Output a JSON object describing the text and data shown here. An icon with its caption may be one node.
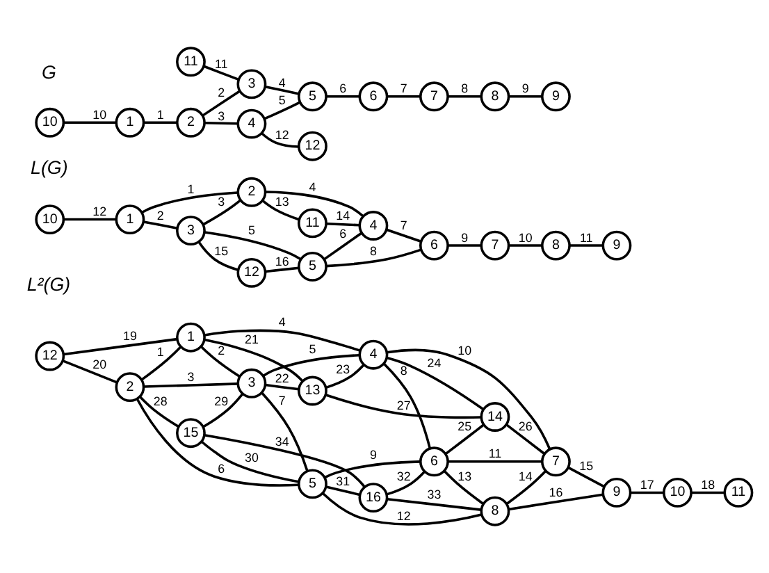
{
  "diagram": {
    "nodes": [
      {
        "text": [
          "1"
        ]
      },
      {
        "text": [
          "2"
        ]
      },
      {
        "text": [
          "3"
        ]
      },
      {
        "text": [
          "4"
        ]
      },
      {
        "text": [
          "5"
        ]
      },
      {
        "text": [
          "6"
        ]
      },
      {
        "text": [
          "7"
        ]
      },
      {
        "text": [
          "8"
        ]
      },
      {
        "text": [
          "9"
        ]
      },
      {
        "text": [
          "10"
        ]
      },
      {
        "text": [
          "11"
        ]
      },
      {
        "text": [
          "12"
        ]
      },
      {
        "text": [
          "1"
        ]
      },
      {
        "text": [
          "2"
        ]
      },
      {
        "text": [
          "3"
        ]
      },
      {
        "text": [
          "4"
        ]
      },
      {
        "text": [
          "5"
        ]
      },
      {
        "text": [
          "6"
        ]
      },
      {
        "text": [
          "7"
        ]
      },
      {
        "text": [
          "8"
        ]
      },
      {
        "text": [
          "9"
        ]
      },
      {
        "text": [
          "10"
        ]
      },
      {
        "text": [
          "11"
        ]
      },
      {
        "text": [
          "12"
        ]
      },
      {
        "text": [
          "1"
        ]
      },
      {
        "text": [
          "2"
        ]
      },
      {
        "text": [
          "3"
        ]
      },
      {
        "text": [
          "4"
        ]
      },
      {
        "text": [
          "5"
        ]
      },
      {
        "text": [
          "6"
        ]
      },
      {
        "text": [
          "7"
        ]
      },
      {
        "text": [
          "8"
        ]
      },
      {
        "text": [
          "9"
        ]
      },
      {
        "text": [
          "10"
        ]
      },
      {
        "text": [
          "11"
        ]
      },
      {
        "text": [
          "12"
        ]
      },
      {
        "text": [
          "13"
        ]
      },
      {
        "text": [
          "14"
        ]
      },
      {
        "text": [
          "15"
        ]
      },
      {
        "text": [
          "16"
        ]
      }
    ],
    "edges": [
      {
        "from": 0,
        "to": 1,
        "arrow": "none",
        "label": "1"
      },
      {
        "from": 1,
        "to": 2,
        "arrow": "none",
        "label": "2"
      },
      {
        "from": 1,
        "to": 3,
        "arrow": "none",
        "label": "3"
      },
      {
        "from": 2,
        "to": 4,
        "arrow": "none",
        "label": "4"
      },
      {
        "from": 3,
        "to": 4,
        "arrow": "none",
        "label": "5"
      },
      {
        "from": 4,
        "to": 5,
        "arrow": "none",
        "label": "6"
      },
      {
        "from": 5,
        "to": 6,
        "arrow": "none",
        "label": "7"
      },
      {
        "from": 6,
        "to": 7,
        "arrow": "none",
        "label": "8"
      },
      {
        "from": 7,
        "to": 8,
        "arrow": "none",
        "label": "9"
      },
      {
        "from": 9,
        "to": 0,
        "arrow": "none",
        "label": "10"
      },
      {
        "from": 10,
        "to": 2,
        "arrow": "none",
        "label": "11"
      },
      {
        "from": 3,
        "to": 11,
        "arrow": "none",
        "label": "12"
      },
      {
        "from": 12,
        "to": 13,
        "arrow": "none",
        "label": "1"
      },
      {
        "from": 12,
        "to": 14,
        "arrow": "none",
        "label": "2"
      },
      {
        "from": 14,
        "to": 13,
        "arrow": "none",
        "label": "3"
      },
      {
        "from": 13,
        "to": 15,
        "arrow": "none",
        "label": "4"
      },
      {
        "from": 14,
        "to": 16,
        "arrow": "none",
        "label": "5"
      },
      {
        "from": 16,
        "to": 15,
        "arrow": "none",
        "label": "6"
      },
      {
        "from": 15,
        "to": 17,
        "arrow": "none",
        "label": "7"
      },
      {
        "from": 16,
        "to": 17,
        "arrow": "none",
        "label": "8"
      },
      {
        "from": 17,
        "to": 18,
        "arrow": "none",
        "label": "9"
      },
      {
        "from": 18,
        "to": 19,
        "arrow": "none",
        "label": "10"
      },
      {
        "from": 19,
        "to": 20,
        "arrow": "none",
        "label": "11"
      },
      {
        "from": 21,
        "to": 12,
        "arrow": "none",
        "label": "12"
      },
      {
        "from": 13,
        "to": 22,
        "arrow": "none",
        "label": "13"
      },
      {
        "from": 22,
        "to": 15,
        "arrow": "none",
        "label": "14"
      },
      {
        "from": 14,
        "to": 23,
        "arrow": "none",
        "label": "15"
      },
      {
        "from": 23,
        "to": 16,
        "arrow": "none",
        "label": "16"
      },
      {
        "from": 25,
        "to": 24,
        "arrow": "none",
        "label": "1"
      },
      {
        "from": 24,
        "to": 26,
        "arrow": "none",
        "label": "2"
      },
      {
        "from": 25,
        "to": 26,
        "arrow": "none",
        "label": "3"
      },
      {
        "from": 24,
        "to": 27,
        "arrow": "none",
        "label": "4"
      },
      {
        "from": 26,
        "to": 27,
        "arrow": "none",
        "label": "5"
      },
      {
        "from": 25,
        "to": 28,
        "arrow": "none",
        "label": "6"
      },
      {
        "from": 26,
        "to": 28,
        "arrow": "none",
        "label": "7"
      },
      {
        "from": 27,
        "to": 29,
        "arrow": "none",
        "label": "8"
      },
      {
        "from": 28,
        "to": 29,
        "arrow": "none",
        "label": "9"
      },
      {
        "from": 27,
        "to": 30,
        "arrow": "none",
        "label": "10"
      },
      {
        "from": 29,
        "to": 30,
        "arrow": "none",
        "label": "11"
      },
      {
        "from": 28,
        "to": 31,
        "arrow": "none",
        "label": "12"
      },
      {
        "from": 29,
        "to": 31,
        "arrow": "none",
        "label": "13"
      },
      {
        "from": 31,
        "to": 30,
        "arrow": "none",
        "label": "14"
      },
      {
        "from": 30,
        "to": 32,
        "arrow": "none",
        "label": "15"
      },
      {
        "from": 31,
        "to": 32,
        "arrow": "none",
        "label": "16"
      },
      {
        "from": 32,
        "to": 33,
        "arrow": "none",
        "label": "17"
      },
      {
        "from": 33,
        "to": 34,
        "arrow": "none",
        "label": "18"
      },
      {
        "from": 35,
        "to": 24,
        "arrow": "none",
        "label": "19"
      },
      {
        "from": 35,
        "to": 25,
        "arrow": "none",
        "label": "20"
      },
      {
        "from": 24,
        "to": 36,
        "arrow": "none",
        "label": "21"
      },
      {
        "from": 26,
        "to": 36,
        "arrow": "none",
        "label": "22"
      },
      {
        "from": 36,
        "to": 27,
        "arrow": "none",
        "label": "23"
      },
      {
        "from": 27,
        "to": 37,
        "arrow": "none",
        "label": "24"
      },
      {
        "from": 29,
        "to": 37,
        "arrow": "none",
        "label": "25"
      },
      {
        "from": 37,
        "to": 30,
        "arrow": "none",
        "label": "26"
      },
      {
        "from": 36,
        "to": 37,
        "arrow": "none",
        "label": "27"
      },
      {
        "from": 25,
        "to": 38,
        "arrow": "none",
        "label": "28"
      },
      {
        "from": 38,
        "to": 26,
        "arrow": "none",
        "label": "29"
      },
      {
        "from": 38,
        "to": 28,
        "arrow": "none",
        "label": "30"
      },
      {
        "from": 28,
        "to": 39,
        "arrow": "none",
        "label": "31"
      },
      {
        "from": 39,
        "to": 29,
        "arrow": "none",
        "label": "32"
      },
      {
        "from": 39,
        "to": 31,
        "arrow": "none",
        "label": "33"
      },
      {
        "from": 38,
        "to": 39,
        "arrow": "none",
        "label": "34"
      }
    ],
    "labels": [
      "G",
      "L(G)",
      "L²(G)"
    ]
  }
}
